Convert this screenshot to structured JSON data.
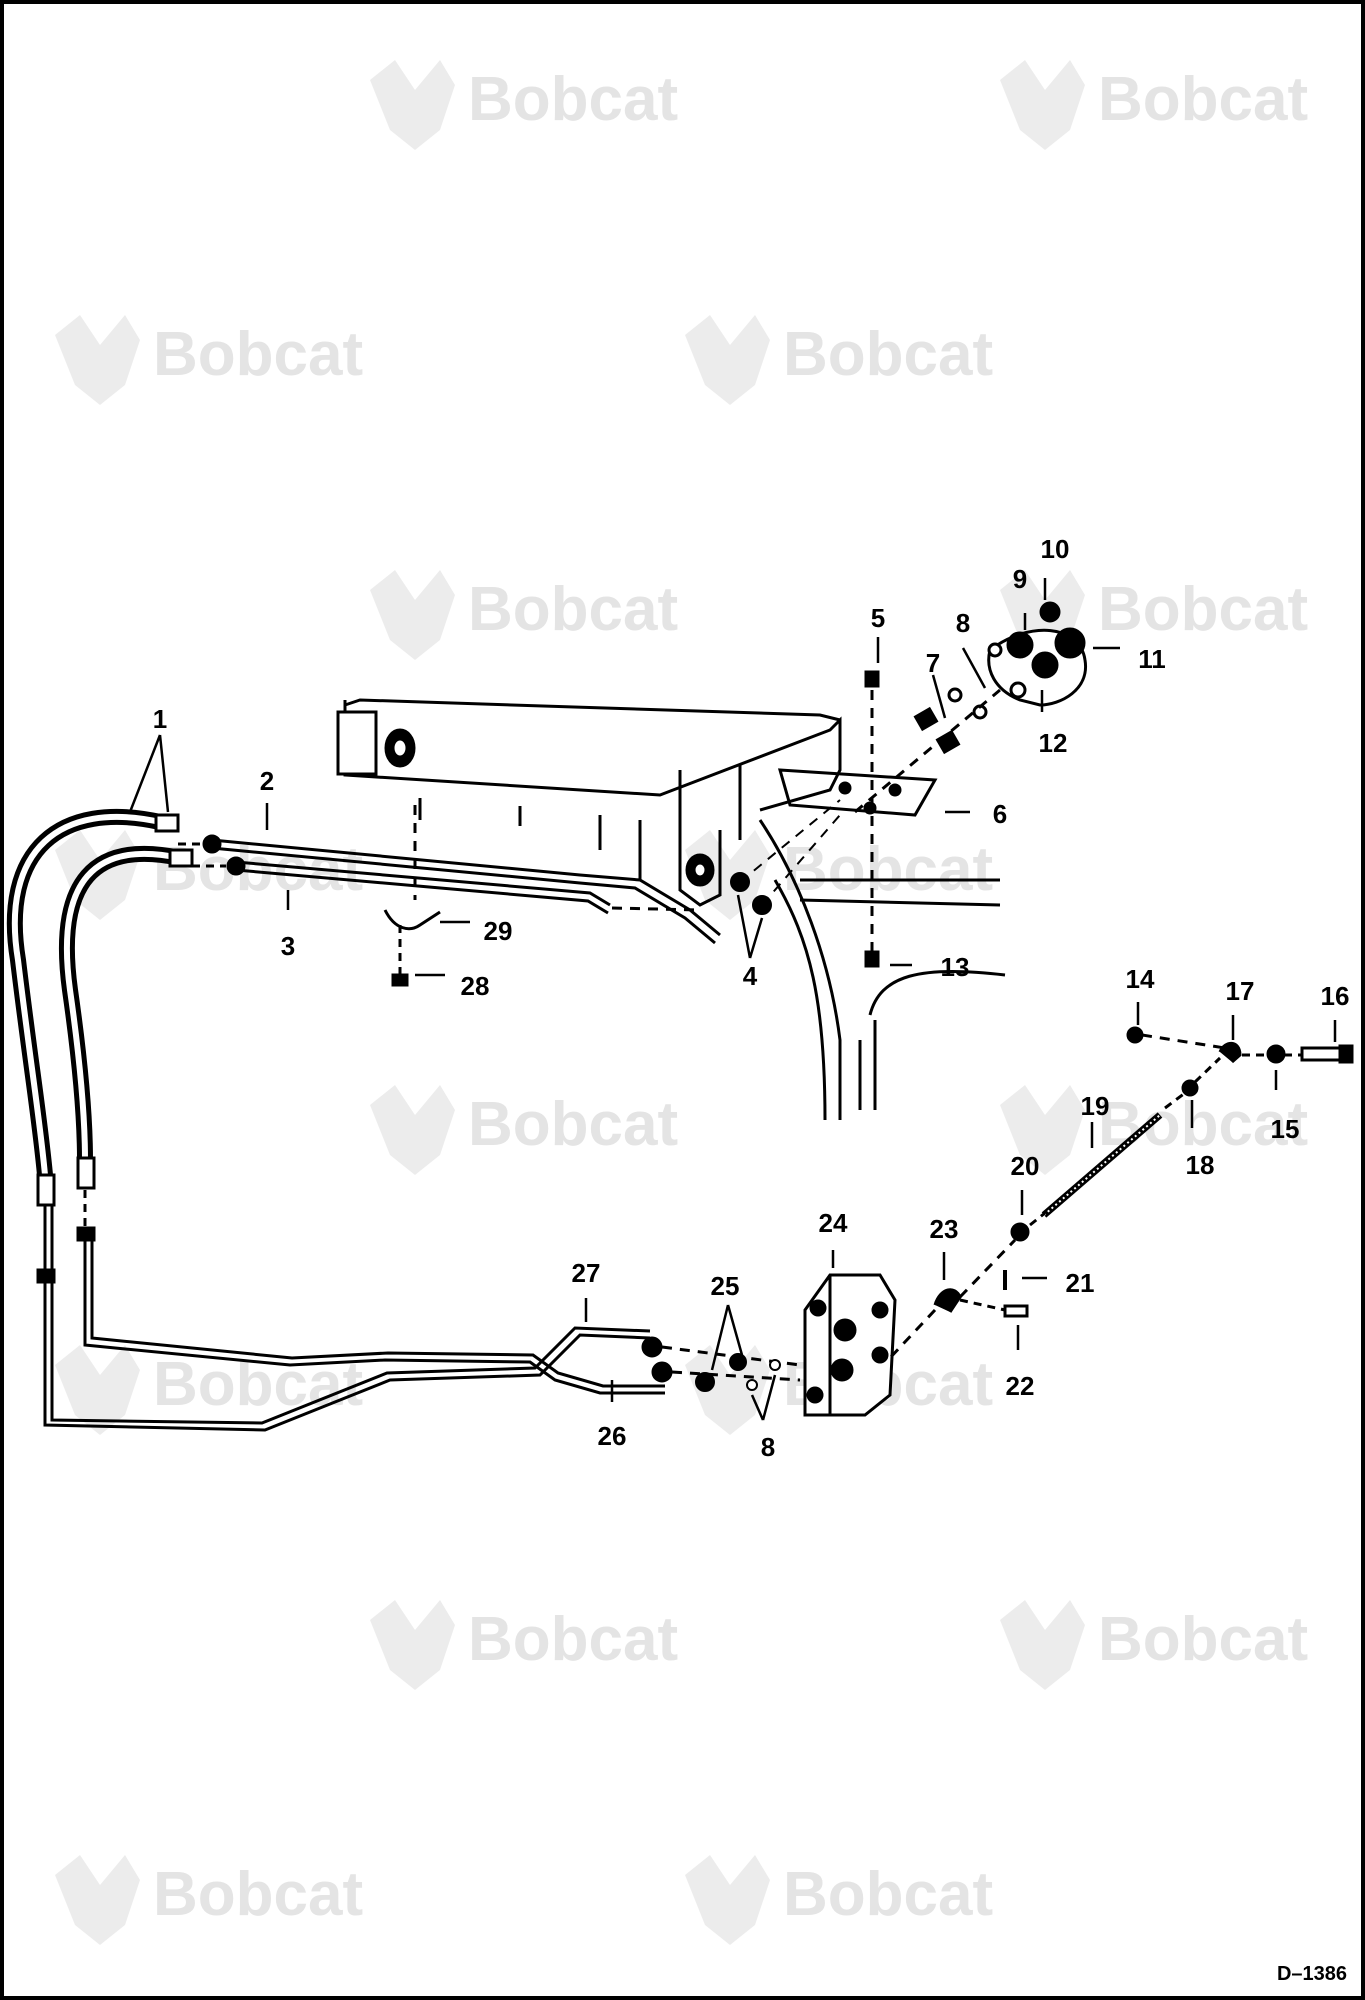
{
  "brand": {
    "watermark_text": "Bobcat",
    "watermark_color": "#e4e4e4"
  },
  "drawing_id": "D–1386",
  "callouts": [
    "1",
    "2",
    "3",
    "4",
    "5",
    "6",
    "7",
    "8",
    "9",
    "10",
    "11",
    "12",
    "13",
    "14",
    "15",
    "16",
    "17",
    "18",
    "19",
    "20",
    "21",
    "22",
    "23",
    "24",
    "25",
    "26",
    "27",
    "28",
    "29",
    "8"
  ]
}
